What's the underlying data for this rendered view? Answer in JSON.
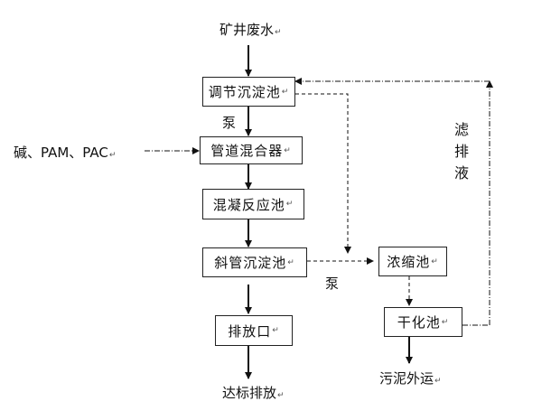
{
  "nodes": {
    "mine_wastewater": "矿井废水",
    "regulating_tank": "调节沉淀池",
    "pipe_mixer": "管道混合器",
    "coagulation_tank": "混凝反应池",
    "inclined_tube_tank": "斜管沉淀池",
    "discharge_outlet": "排放口",
    "compliant_discharge": "达标排放",
    "thickener": "浓缩池",
    "dewatering_tank": "干化池",
    "sludge_transport": "污泥外运"
  },
  "labels": {
    "pump_upper": "泵",
    "pump_lower": "泵",
    "chemicals": "碱、PAM、PAC",
    "filtrate_return": "滤排液"
  },
  "edit_mark": "↵"
}
